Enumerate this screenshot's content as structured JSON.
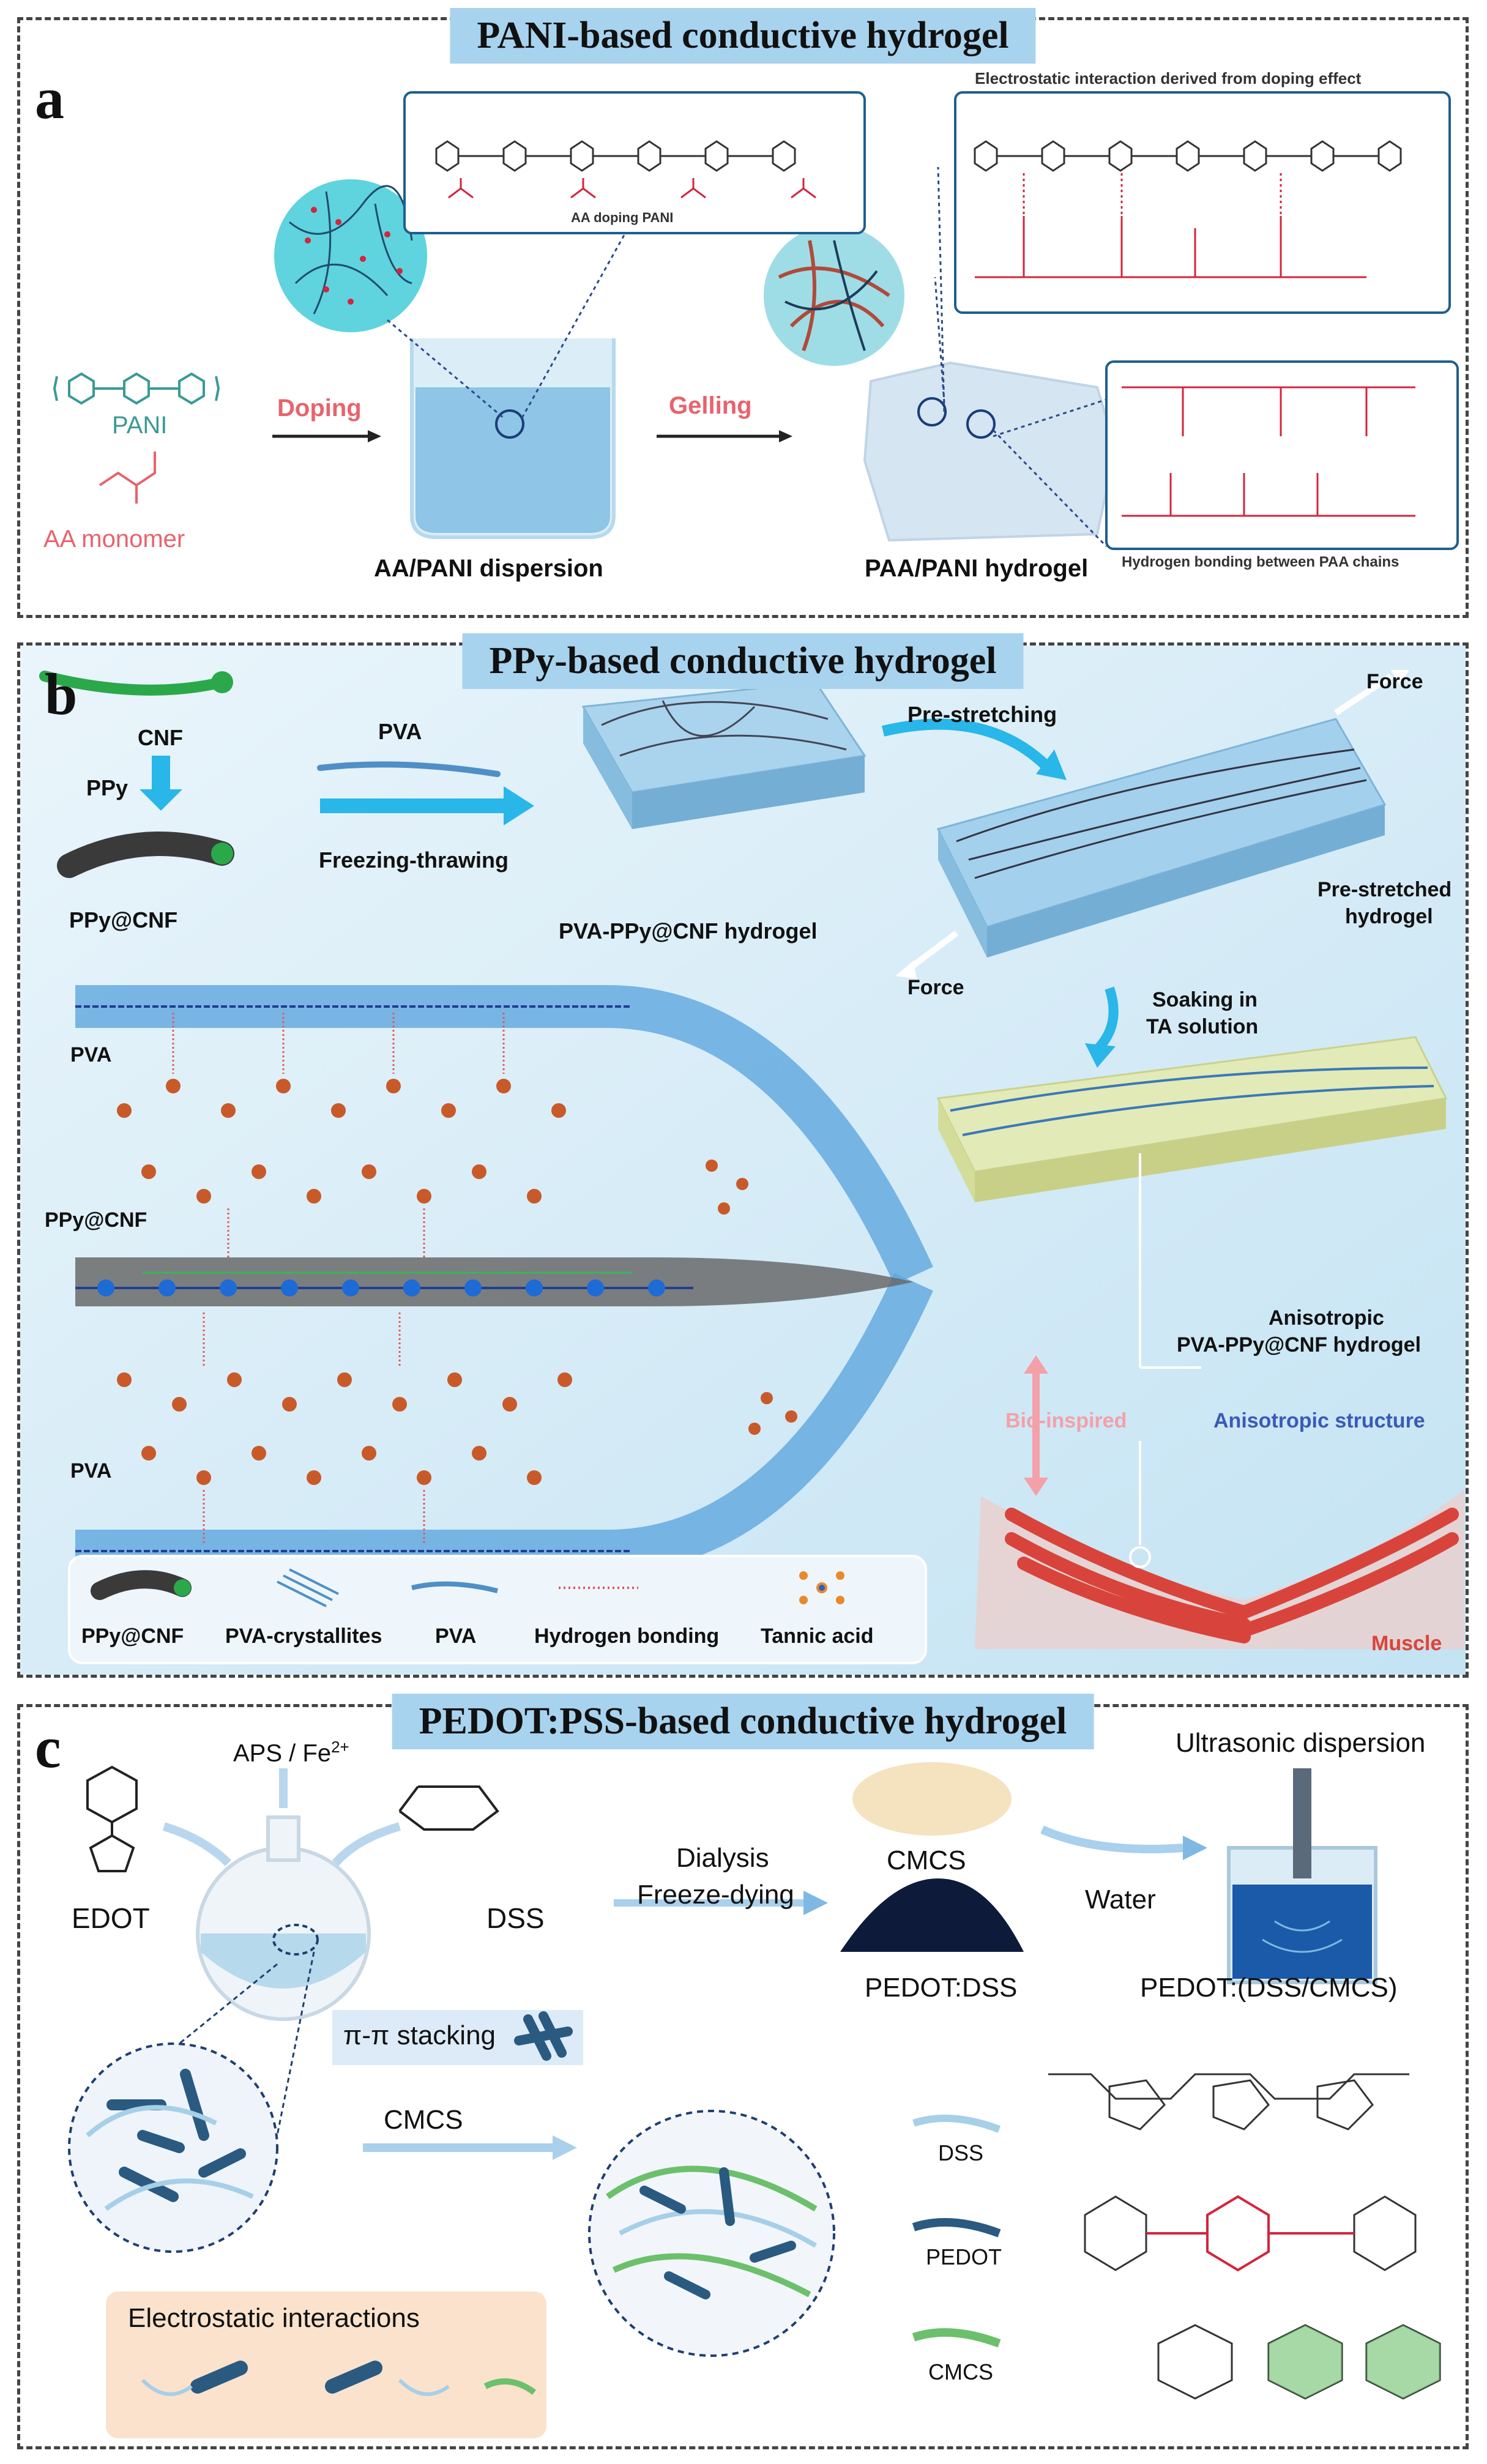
{
  "panel_a": {
    "title": "PANI-based conductive hydrogel",
    "letter": "a",
    "pani_label": "PANI",
    "aa_label": "AA monomer",
    "doping_label": "Doping",
    "gelling_label": "Gelling",
    "dispersion_label": "AA/PANI dispersion",
    "hydrogel_label": "PAA/PANI hydrogel",
    "aa_doping_label": "AA doping PANI",
    "electrostatic_label": "Electrostatic interaction derived from doping effect",
    "hbond_label": "Hydrogen bonding between PAA chains"
  },
  "panel_b": {
    "title": "PPy-based conductive hydrogel",
    "letter": "b",
    "cnf": "CNF",
    "ppy": "PPy",
    "ppy_cnf": "PPy@CNF",
    "pva": "PVA",
    "freezing": "Freezing-thrawing",
    "hydrogel": "PVA-PPy@CNF hydrogel",
    "prestretching": "Pre-stretching",
    "force_top": "Force",
    "force_bottom": "Force",
    "prestretched_line1": "Pre-stretched",
    "prestretched_line2": "hydrogel",
    "soaking_line1": "Soaking in",
    "soaking_line2": "TA solution",
    "pva_top": "PVA",
    "ppy_cnf_mid": "PPy@CNF",
    "pva_bottom": "PVA",
    "anisotropic_line1": "Anisotropic",
    "anisotropic_line2": "PVA-PPy@CNF hydrogel",
    "bioinspired": "Bio-inspired",
    "anisotropic_structure": "Anisotropic structure",
    "muscle": "Muscle",
    "legend": [
      "PPy@CNF",
      "PVA-crystallites",
      "PVA",
      "Hydrogen bonding",
      "Tannic acid"
    ]
  },
  "panel_c": {
    "title": "PEDOT:PSS-based conductive hydrogel",
    "letter": "c",
    "aps": "APS / Fe",
    "aps_sup": "2+",
    "edot": "EDOT",
    "dss": "DSS",
    "dialysis": "Dialysis",
    "freeze": "Freeze-dying",
    "cmcs_top": "CMCS",
    "pedot_dss": "PEDOT:DSS",
    "water": "Water",
    "ultrasonic": "Ultrasonic dispersion",
    "pedot_final": "PEDOT:(DSS/CMCS)",
    "pi_stacking": "π-π stacking",
    "cmcs_arrow": "CMCS",
    "electrostatic": "Electrostatic interactions",
    "legend_dss": "DSS",
    "legend_pedot": "PEDOT",
    "legend_cmcs": "CMCS"
  },
  "colors": {
    "banner": "#a8d3ee",
    "arrow_blue": "#29b6e8",
    "doping_red": "#e8636c",
    "pani_teal": "#3a9a96",
    "muscle_red": "#d8443c",
    "pedot_blue": "#2a5a80",
    "cmcs_green": "#6cc06c",
    "dss_lightblue": "#a6cfe8"
  }
}
